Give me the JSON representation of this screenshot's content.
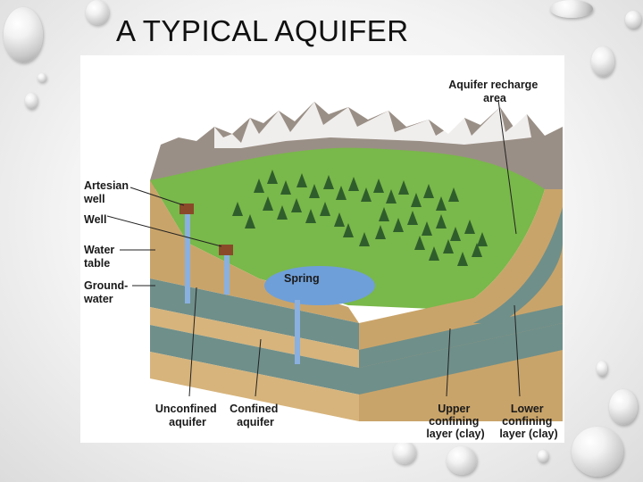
{
  "slide": {
    "title": "A TYPICAL AQUIFER"
  },
  "diagram": {
    "labels": {
      "artesian_well": [
        "Artesian",
        "well"
      ],
      "well": [
        "Well"
      ],
      "water_table": [
        "Water",
        "table"
      ],
      "groundwater": [
        "Ground-",
        "water"
      ],
      "spring": [
        "Spring"
      ],
      "recharge_area": [
        "Aquifer recharge",
        "area"
      ],
      "unconfined_aquifer": [
        "Unconfined",
        "aquifer"
      ],
      "confined_aquifer": [
        "Confined",
        "aquifer"
      ],
      "upper_confining": [
        "Upper",
        "confining",
        "layer (clay)"
      ],
      "lower_confining": [
        "Lower",
        "confining",
        "layer (clay)"
      ]
    },
    "colors": {
      "sand": "#c9a46a",
      "aquifer": "#6f8f8a",
      "clay": "#d7b47c",
      "grass": "#79b84a",
      "forest": "#2f5e2c",
      "water": "#6f9fd8",
      "mountain": "#9a8f86",
      "snow": "#ffffff",
      "well_pipe": "#8ab0e0"
    }
  }
}
